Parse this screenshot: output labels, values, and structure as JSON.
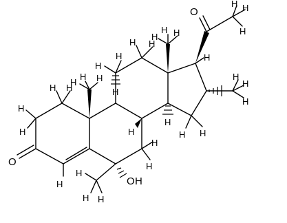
{
  "molecule": {
    "labels": {
      "ketone_o_top": "O",
      "ketone_o_left": "O",
      "hydroxyl_o": "O",
      "hydroxyl_h": "H",
      "h": "H"
    },
    "colors": {
      "ink": "#000000",
      "background": "#ffffff"
    }
  }
}
